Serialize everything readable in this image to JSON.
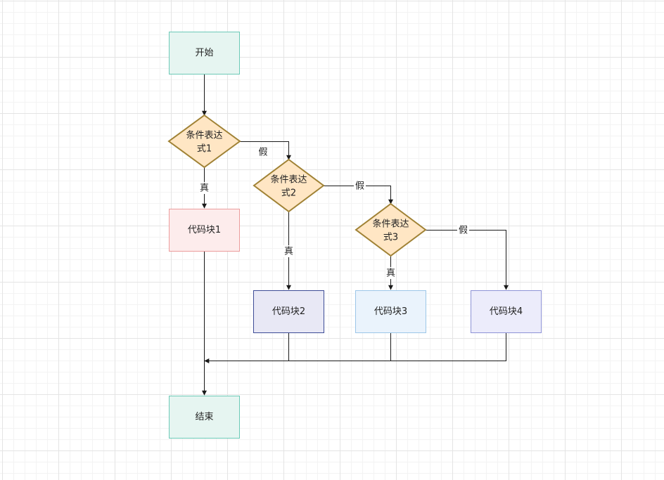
{
  "colors": {
    "terminal_fill": "#e6f5f1",
    "terminal_stroke": "#6ccab7",
    "decision_fill": "#ffe6c4",
    "decision_stroke": "#a08235",
    "block1_fill": "#fdecec",
    "block1_stroke": "#ec9c9c",
    "block2_fill": "#e8e8f5",
    "block2_stroke": "#3c4b96",
    "block3_fill": "#eaf3fc",
    "block3_stroke": "#9cc6e8",
    "block4_fill": "#ececfb",
    "block4_stroke": "#8e93d6",
    "line": "#1a1a1a"
  },
  "nodes": {
    "start": "开始",
    "cond1_line1": "条件表达",
    "cond1_line2": "式1",
    "cond2_line1": "条件表达",
    "cond2_line2": "式2",
    "cond3_line1": "条件表达",
    "cond3_line2": "式3",
    "block1": "代码块1",
    "block2": "代码块2",
    "block3": "代码块3",
    "block4": "代码块4",
    "end": "结束"
  },
  "edges": {
    "cond1_true": "真",
    "cond1_false": "假",
    "cond2_true": "真",
    "cond2_false": "假",
    "cond3_true": "真",
    "cond3_false": "假"
  }
}
